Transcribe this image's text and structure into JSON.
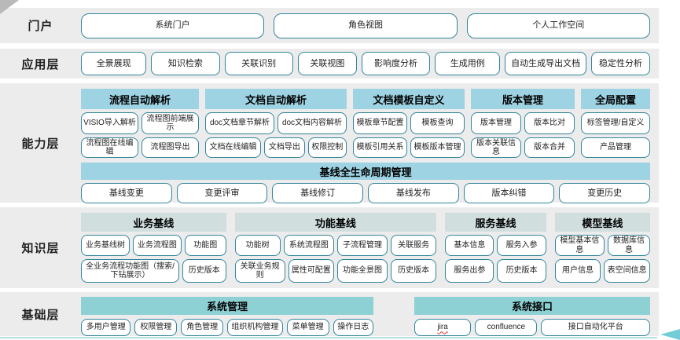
{
  "portal": {
    "label": "门户",
    "items": [
      "系统门户",
      "角色视图",
      "个人工作空间"
    ]
  },
  "app": {
    "label": "应用层",
    "items": [
      "全景展现",
      "知识检索",
      "关联识别",
      "关联视图",
      "影响度分析",
      "生成用例",
      "自动生成导出文档",
      "稳定性分析"
    ]
  },
  "capability": {
    "label": "能力层",
    "groups": [
      {
        "title": "流程自动解析",
        "rows": [
          [
            "VISIO导入解析",
            "流程图前端展示"
          ],
          [
            "流程图在线编辑",
            "流程图导出"
          ]
        ]
      },
      {
        "title": "文档自动解析",
        "rows": [
          [
            "doc文档章节解析",
            "doc文档内容解析"
          ],
          [
            "文档在线编辑",
            "文档导出",
            "权限控制"
          ]
        ]
      },
      {
        "title": "文档模板自定义",
        "rows": [
          [
            "模板章节配置",
            "模板查询"
          ],
          [
            "模板引用关系",
            "模板版本管理"
          ]
        ]
      },
      {
        "title": "版本管理",
        "rows": [
          [
            "版本管理",
            "版本比对"
          ],
          [
            "版本关联信息",
            "版本合并"
          ]
        ]
      },
      {
        "title": "全局配置",
        "rows": [
          [
            "标签管理/自定义"
          ],
          [
            "产品管理"
          ]
        ]
      }
    ],
    "baseline": {
      "title": "基线全生命周期管理",
      "items": [
        "基线变更",
        "变更评审",
        "基线修订",
        "基线发布",
        "版本纠错",
        "变更历史"
      ]
    }
  },
  "knowledge": {
    "label": "知识层",
    "groups": [
      {
        "title": "业务基线",
        "rows": [
          [
            "业务基线树",
            "业务流程图",
            "功能图"
          ],
          [
            "全业务流程功能图（搜索/下钻展示）",
            "历史版本"
          ]
        ]
      },
      {
        "title": "功能基线",
        "rows": [
          [
            "功能树",
            "系统流程图",
            "子流程管理",
            "关联服务"
          ],
          [
            "关联业务规则",
            "属性可配置",
            "功能全景图",
            "历史版本"
          ]
        ]
      },
      {
        "title": "服务基线",
        "rows": [
          [
            "基本信息",
            "服务入参"
          ],
          [
            "服务出参",
            "历史版本"
          ]
        ]
      },
      {
        "title": "模型基线",
        "rows": [
          [
            "模型基本信息",
            "数据库信息"
          ],
          [
            "用户信息",
            "表空间信息"
          ]
        ]
      }
    ]
  },
  "foundation": {
    "label": "基础层",
    "groups": [
      {
        "title": "系统管理",
        "items": [
          "多用户管理",
          "权限管理",
          "角色管理",
          "组织机构管理",
          "菜单管理",
          "操作日志"
        ]
      },
      {
        "title": "系统接口",
        "items": [
          "jira",
          "confluence",
          "接口自动化平台"
        ]
      }
    ]
  },
  "colors": {
    "band_bg": "#ececec",
    "capability_header_bg": "#9ed3e3",
    "knowledge_header_bg": "#d0dede",
    "foundation_header_bg": "#8ed1d4",
    "box_border": "#31859c",
    "bottom_line": "#b3dce9",
    "arrow": "#72cdd9"
  }
}
